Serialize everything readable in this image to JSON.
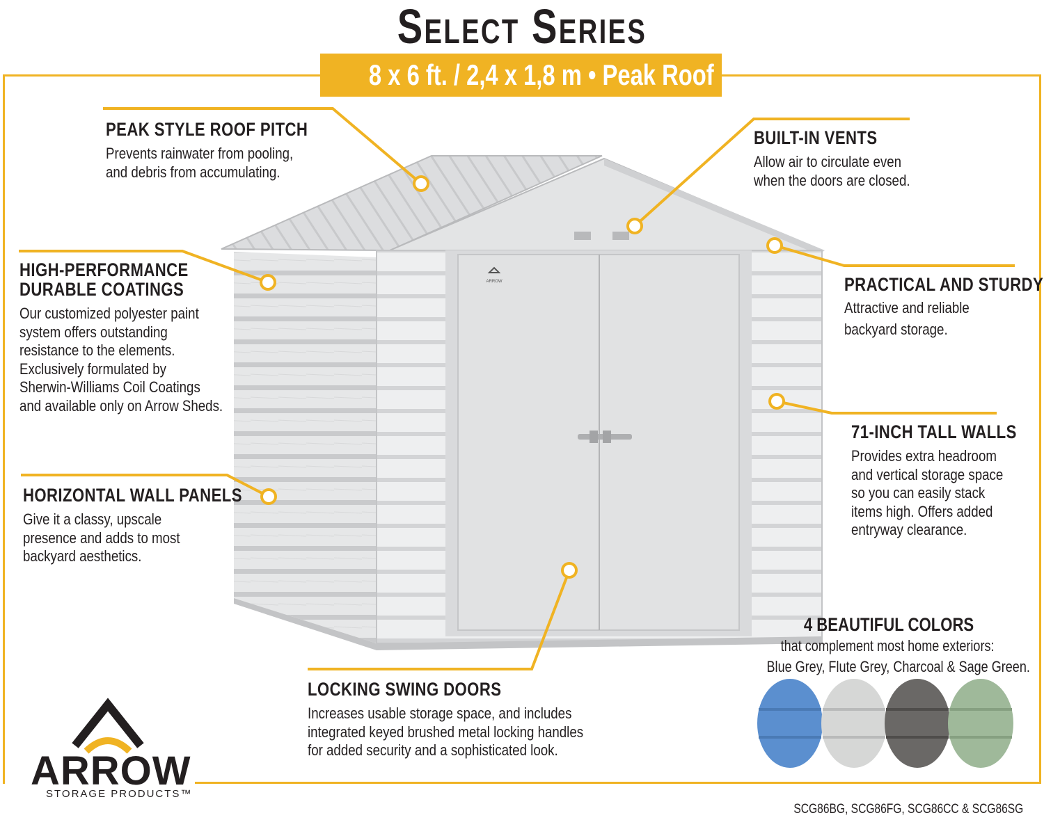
{
  "header": {
    "title": "Select Series",
    "banner": "8 x 6 ft. / 2,4 x 1,8 m  •  Peak Roof"
  },
  "callouts": {
    "roof": {
      "title": "PEAK STYLE ROOF PITCH",
      "text": [
        "Prevents rainwater from pooling,",
        "and debris from accumulating."
      ]
    },
    "coatings": {
      "title": [
        "HIGH-PERFORMANCE",
        "DURABLE COATINGS"
      ],
      "text": [
        "Our customized polyester paint",
        "system offers outstanding",
        "resistance to the elements.",
        "Exclusively formulated by",
        "Sherwin-Williams Coil Coatings",
        "and available only on Arrow Sheds."
      ]
    },
    "panels": {
      "title": "HORIZONTAL WALL PANELS",
      "text": [
        "Give it a classy, upscale",
        "presence and adds to most",
        "backyard aesthetics."
      ]
    },
    "vents": {
      "title": "BUILT-IN VENTS",
      "text": [
        "Allow air to circulate even",
        "when the doors are closed."
      ]
    },
    "sturdy": {
      "title": "PRACTICAL AND STURDY",
      "text": [
        "Attractive and reliable",
        "backyard storage."
      ]
    },
    "walls": {
      "title": "71-INCH TALL WALLS",
      "text": [
        "Provides extra headroom",
        "and vertical storage space",
        "so you can easily stack",
        "items high. Offers added",
        "entryway clearance."
      ]
    },
    "doors": {
      "title": "LOCKING SWING DOORS",
      "text": [
        "Increases usable storage space, and includes",
        "integrated keyed brushed metal locking handles",
        "for added security and a sophisticated look."
      ]
    }
  },
  "colors": {
    "title": "4 BEAUTIFUL COLORS",
    "subtitle": [
      "that complement most home exteriors:",
      "Blue Grey, Flute Grey, Charcoal & Sage Green."
    ],
    "swatches": [
      {
        "name": "Blue Grey",
        "hex": "#5b8fcf"
      },
      {
        "name": "Flute Grey",
        "hex": "#d6d7d6"
      },
      {
        "name": "Charcoal",
        "hex": "#6a6866"
      },
      {
        "name": "Sage Green",
        "hex": "#9fb99a"
      }
    ]
  },
  "brand": {
    "logo": "ARROW",
    "logo_sub": "STORAGE PRODUCTS™",
    "door_badge": "ARROW",
    "accent": "#f0b323"
  },
  "models": "SCG86BG, SCG86FG, SCG86CC & SCG86SG"
}
